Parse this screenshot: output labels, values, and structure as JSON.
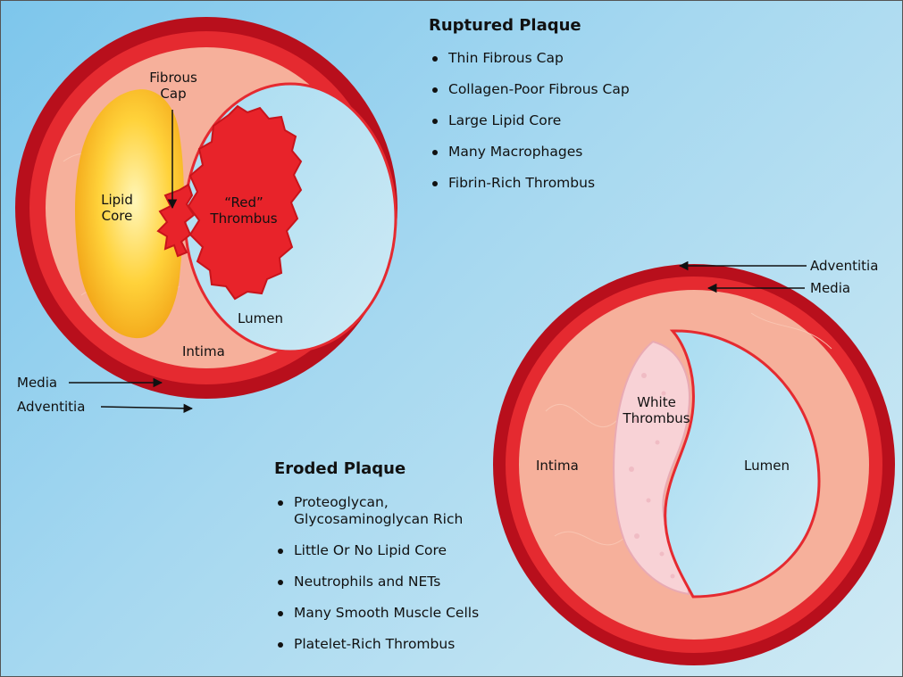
{
  "ruptured": {
    "heading": "Ruptured Plaque",
    "features": [
      "Thin Fibrous Cap",
      "Collagen-Poor Fibrous Cap",
      "Large Lipid Core",
      "Many Macrophages",
      "Fibrin-Rich Thrombus"
    ],
    "labels": {
      "fibrous_cap_1": "Fibrous",
      "fibrous_cap_2": "Cap",
      "lipid_core_1": "Lipid",
      "lipid_core_2": "Core",
      "red_thrombus_1": "“Red”",
      "red_thrombus_2": "Thrombus",
      "lumen": "Lumen",
      "intima": "Intima",
      "media": "Media",
      "adventitia": "Adventitia"
    }
  },
  "eroded": {
    "heading": "Eroded Plaque",
    "features": [
      [
        "Proteoglycan,",
        "Glycosaminoglycan Rich"
      ],
      [
        "Little Or No Lipid Core"
      ],
      [
        "Neutrophils and NETs"
      ],
      [
        "Many Smooth Muscle Cells"
      ],
      [
        "Platelet-Rich Thrombus"
      ]
    ],
    "labels": {
      "white_thrombus_1": "White",
      "white_thrombus_2": "Thrombus",
      "intima": "Intima",
      "lumen": "Lumen",
      "adventitia": "Adventitia",
      "media": "Media"
    }
  },
  "colors": {
    "adventitia": "#b80f1c",
    "media": "#e52a30",
    "intima": "#f6b09b",
    "lipid_core": "#ffc21a",
    "red_thrombus": "#e8232a",
    "white_thrombus": "#f8d2d6"
  }
}
